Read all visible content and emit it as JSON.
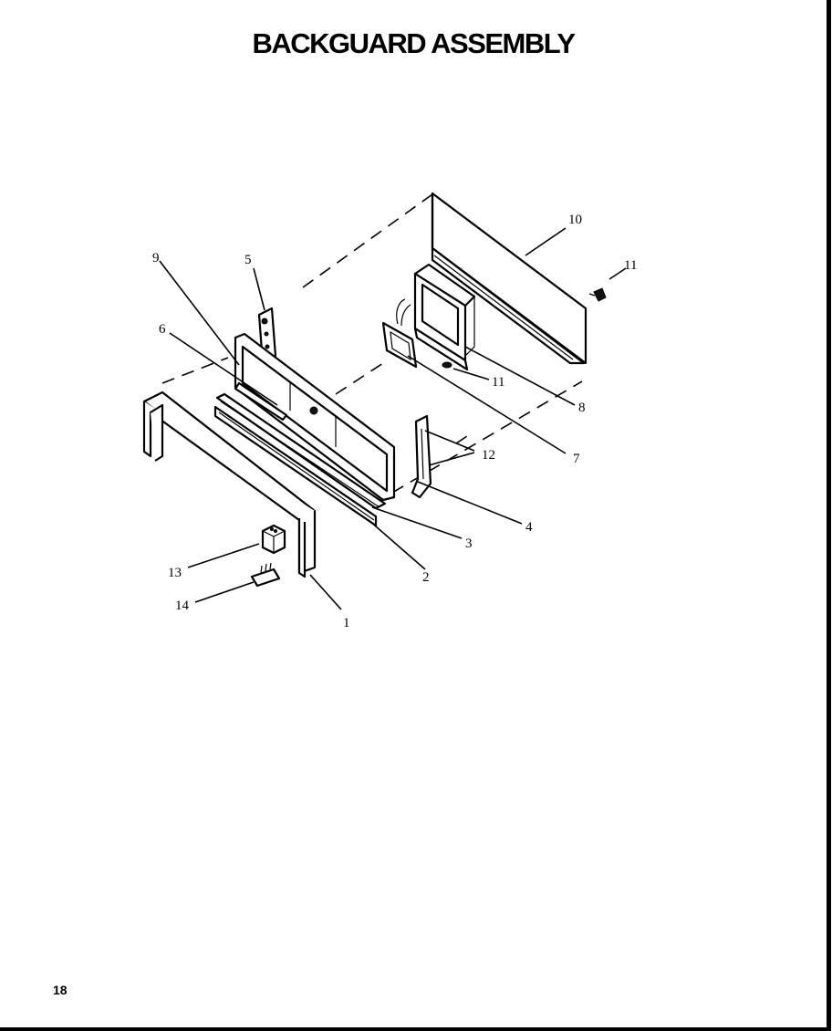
{
  "title": "BACKGUARD ASSEMBLY",
  "page_number": "18",
  "callouts": {
    "c1": "1",
    "c2": "2",
    "c3": "3",
    "c4": "4",
    "c5": "5",
    "c6": "6",
    "c7": "7",
    "c8": "8",
    "c9": "9",
    "c10": "10",
    "c11a": "11",
    "c11b": "11",
    "c12": "12",
    "c13": "13",
    "c14": "14"
  }
}
